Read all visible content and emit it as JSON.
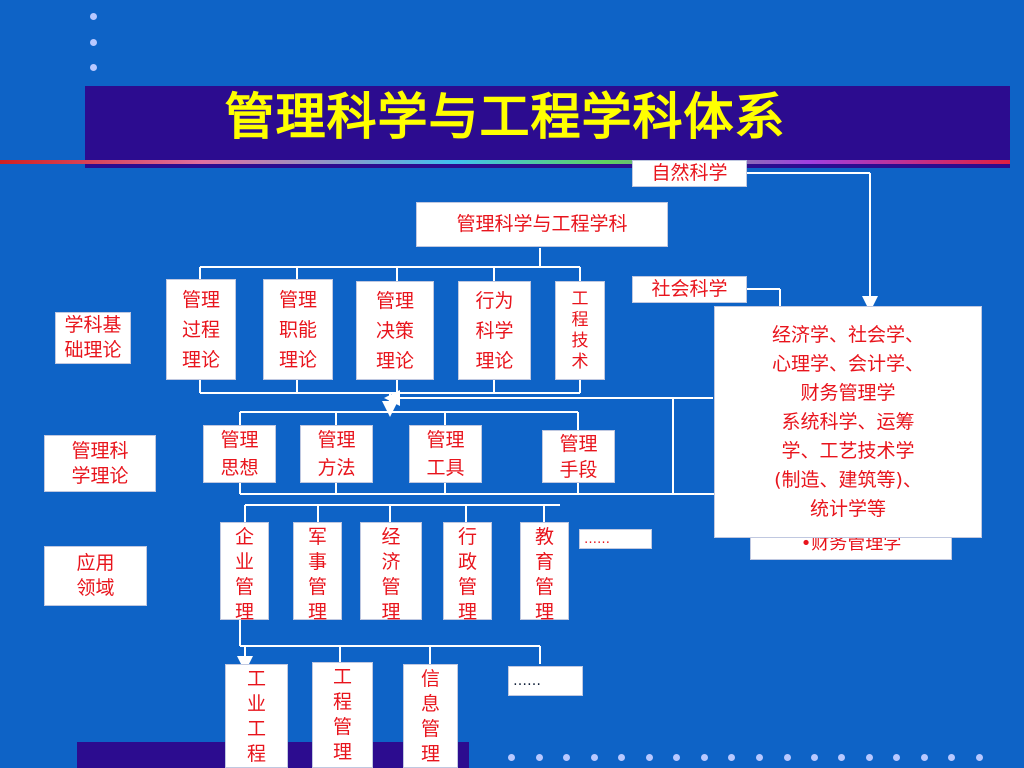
{
  "title": "管理科学与工程学科体系",
  "top": {
    "natural_science": "自然科学",
    "root": "管理科学与工程学科",
    "social_science": "社会科学"
  },
  "row_labels": {
    "foundation": "学科基\n础理论",
    "management_theory": "管理科\n学理论",
    "application": "应用\n领域"
  },
  "foundation_boxes": [
    "管理\n过程\n理论",
    "管理\n职能\n理论",
    "管理\n决策\n理论",
    "行为\n科学\n理论",
    "工\n程\n技\n术"
  ],
  "theory_boxes": [
    "管理\n思想",
    "管理\n方法",
    "管理\n工具",
    "管理\n手段"
  ],
  "application_boxes": [
    "企\n业\n管\n理",
    "军\n事\n管\n理",
    "经\n济\n管\n理",
    "行\n政\n管\n理",
    "教\n育\n管\n理"
  ],
  "application_more": "……",
  "sub_boxes": [
    "工\n业\n工\n程",
    "工\n程\n管\n理",
    "信\n息\n管\n理"
  ],
  "sub_more": "……",
  "disciplines": {
    "text": "经济学、社会学、\n心理学、会计学、\n财务管理学\n系统科学、运筹\n学、工艺技术学\n(制造、建筑等)、\n统计学等",
    "overflow_text": "•财务管理学"
  }
}
